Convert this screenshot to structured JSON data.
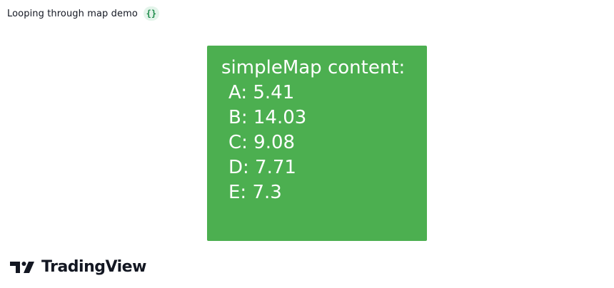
{
  "header": {
    "title": "Looping through map demo",
    "icon": "code-braces-icon",
    "icon_glyph": "{}"
  },
  "panel": {
    "heading": "simpleMap content:",
    "rows": [
      "A: 5.41",
      "B: 14.03",
      "C: 9.08",
      "D: 7.71",
      "E: 7.3"
    ],
    "background": "#4caf50",
    "text_color": "#ffffff"
  },
  "branding": {
    "logo_icon": "tradingview-logo-icon",
    "logo_text": "TradingView"
  }
}
